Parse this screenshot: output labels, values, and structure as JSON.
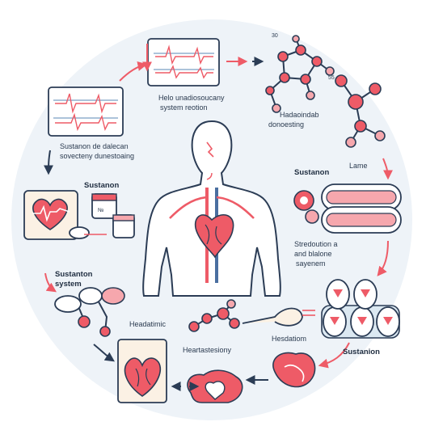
{
  "labels": {
    "top_center": [
      "Helo unadiosoucany",
      "system reotion"
    ],
    "top_right_a": "Hadaoindab",
    "top_right_b": "donoesting",
    "top_right_n1": "30",
    "top_right_n2": "55",
    "left_upper": [
      "Sustanon de dalecan",
      "sovecteny dunestoaing"
    ],
    "left_heart_title": "Sustanon",
    "left_mid": [
      "Sustanton",
      "system"
    ],
    "right_upper": "Sustanon",
    "right_mid": "Lame",
    "right_lower": [
      "Stredoution a",
      "and blalone",
      "sayenem"
    ],
    "bottom_left": "Headatimic",
    "bottom_center": "Heartastesiony",
    "bottom_right_a": "Hesdatiom",
    "bottom_right_b": "Sustanion"
  },
  "colors": {
    "accent_red": "#ee5b67",
    "accent_pink": "#f6a7ad",
    "outline": "#2b3c55",
    "panel_blue": "#dbe8f1",
    "circle_bg": "#eef3f8"
  }
}
